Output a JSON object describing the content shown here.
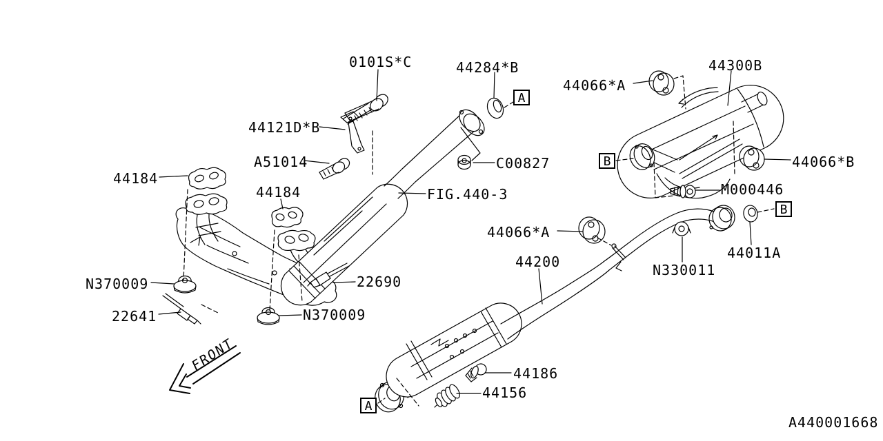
{
  "diagram": {
    "drawing_number": "A440001668",
    "front_indicator": "FRONT",
    "markers": {
      "a": "A",
      "b": "B"
    },
    "callouts": {
      "c0101sc": "0101S*C",
      "c44121db": "44121D*B",
      "ca51014": "A51014",
      "c44184_left": "44184",
      "c44184_mid": "44184",
      "cn370009_left": "N370009",
      "c22641": "22641",
      "c22690": "22690",
      "cn370009_right": "N370009",
      "c44284b": "44284*B",
      "cc00827": "C00827",
      "cfig440_3": "FIG.440-3",
      "c44200": "44200",
      "c44186": "44186",
      "c44156": "44156",
      "c44066a_top": "44066*A",
      "c44300b": "44300B",
      "c44066b": "44066*B",
      "cm000446": "M000446",
      "c44066a_mid": "44066*A",
      "cn330011": "N330011",
      "c44011a": "44011A"
    }
  }
}
